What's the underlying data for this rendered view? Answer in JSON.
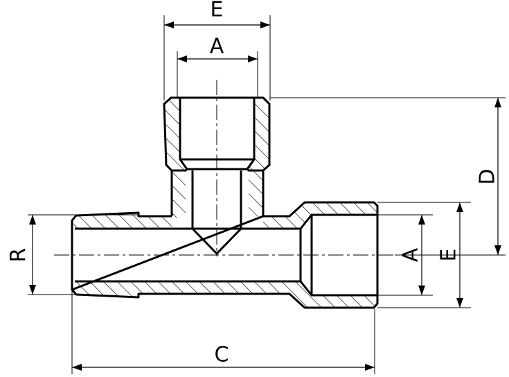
{
  "drawing": {
    "labels": {
      "E_top": "E",
      "A_top": "A",
      "D_right": "D",
      "A_right": "A",
      "E_right": "E",
      "R_left": "R",
      "C_bottom": "C"
    }
  }
}
